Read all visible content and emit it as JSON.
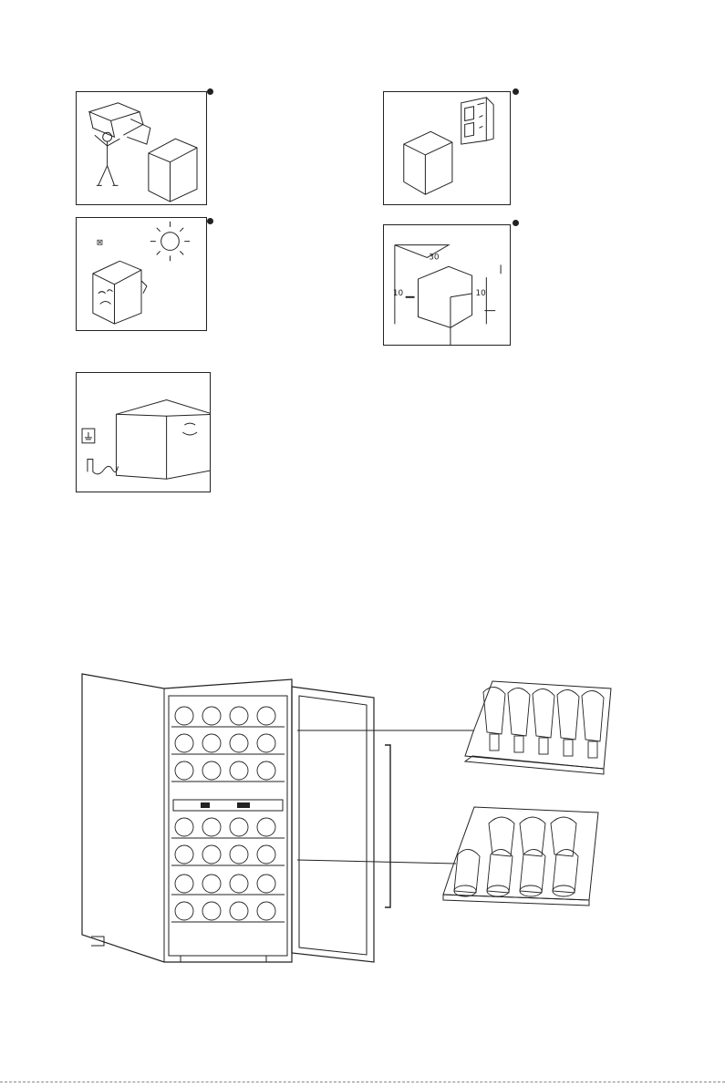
{
  "page": {
    "figures": [
      {
        "id": "unpack",
        "icon": "unpacking-icon"
      },
      {
        "id": "ventilation",
        "icon": "window-ventilation-icon"
      },
      {
        "id": "avoid-sun",
        "icon": "avoid-sunlight-icon"
      },
      {
        "id": "clearance",
        "icon": "clearance-icon",
        "labels": [
          "30",
          "10",
          "10"
        ]
      },
      {
        "id": "grounded-plug",
        "icon": "grounded-outlet-icon"
      }
    ],
    "avoid_symbol": "⊠",
    "diagram": {
      "icon": "wine-cooler-shelves-icon"
    }
  }
}
